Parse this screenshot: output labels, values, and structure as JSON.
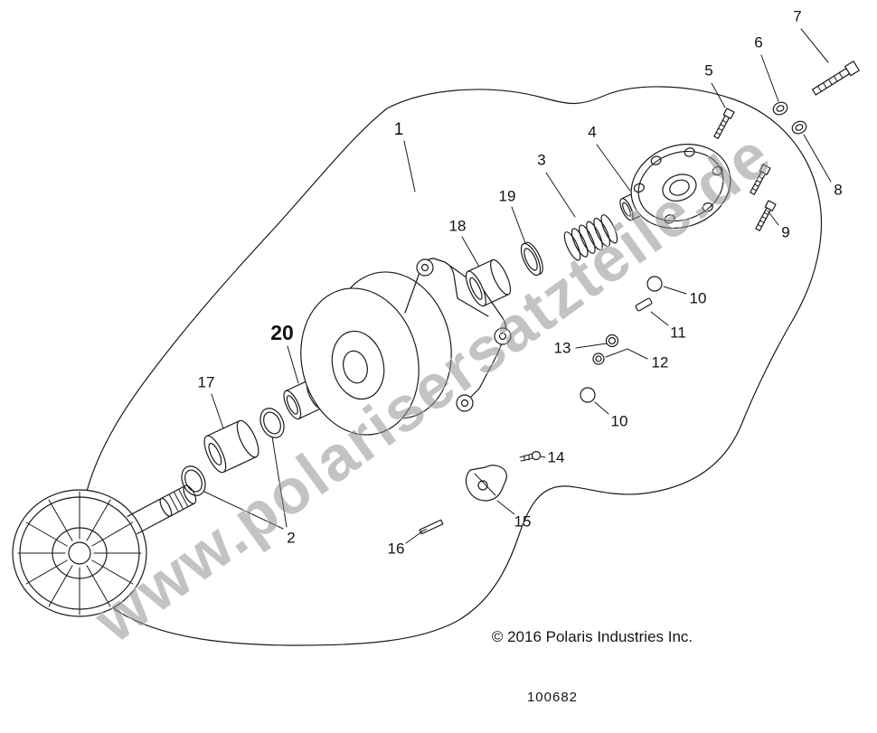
{
  "diagram": {
    "watermark": {
      "text": "www.polarisersatzteile.de"
    },
    "footer": {
      "copyright": "© 2016 Polaris Industries Inc.",
      "part_number": "100682"
    },
    "callouts": [
      "1",
      "2",
      "3",
      "4",
      "5",
      "6",
      "7",
      "8",
      "9",
      "10",
      "11",
      "12",
      "13",
      "14",
      "15",
      "16",
      "17",
      "18",
      "19",
      "20"
    ],
    "colors": {
      "line": "#1a1a1a",
      "watermark": "#8e8e8e",
      "background": "#ffffff"
    }
  }
}
